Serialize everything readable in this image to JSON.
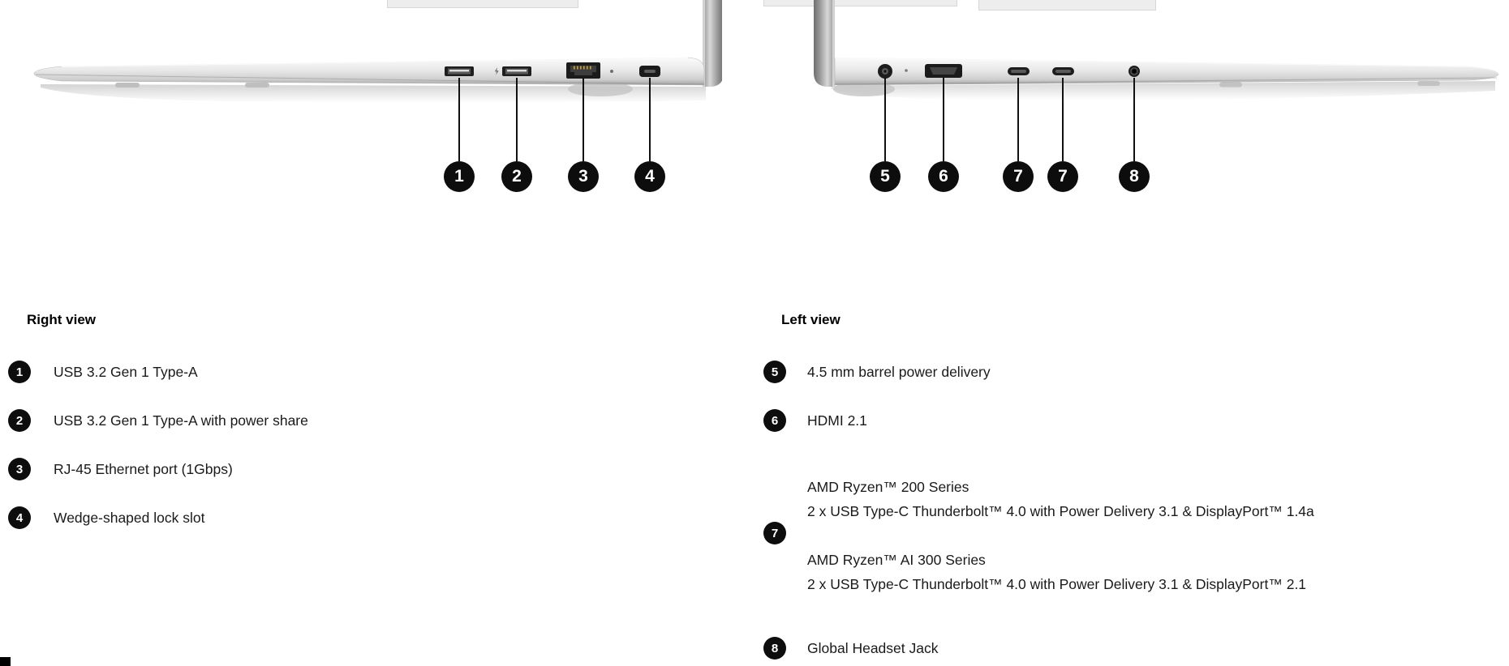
{
  "colors": {
    "callout_bg": "#0d0d0d",
    "callout_text": "#ffffff",
    "text": "#1a1a1a",
    "background": "#ffffff"
  },
  "right_view": {
    "heading": "Right view",
    "callouts": [
      "1",
      "2",
      "3",
      "4"
    ],
    "legend": [
      {
        "num": "1",
        "label": "USB 3.2 Gen 1 Type-A"
      },
      {
        "num": "2",
        "label": "USB 3.2 Gen 1 Type-A with power share"
      },
      {
        "num": "3",
        "label": "RJ-45 Ethernet port (1Gbps)"
      },
      {
        "num": "4",
        "label": "Wedge-shaped lock slot"
      }
    ]
  },
  "left_view": {
    "heading": "Left view",
    "callouts": [
      "5",
      "6",
      "7",
      "7",
      "8"
    ],
    "legend": [
      {
        "num": "5",
        "label": "4.5 mm barrel power delivery"
      },
      {
        "num": "6",
        "label": "HDMI 2.1"
      },
      {
        "num": "7",
        "lines": [
          "AMD Ryzen™ 200 Series",
          "2 x USB Type-C Thunderbolt™ 4.0 with Power Delivery 3.1 & DisplayPort™ 1.4a",
          "AMD Ryzen™ AI 300 Series",
          "2 x USB Type-C Thunderbolt™ 4.0 with Power Delivery 3.1 & DisplayPort™ 2.1"
        ]
      },
      {
        "num": "8",
        "label": "Global Headset Jack"
      }
    ]
  }
}
